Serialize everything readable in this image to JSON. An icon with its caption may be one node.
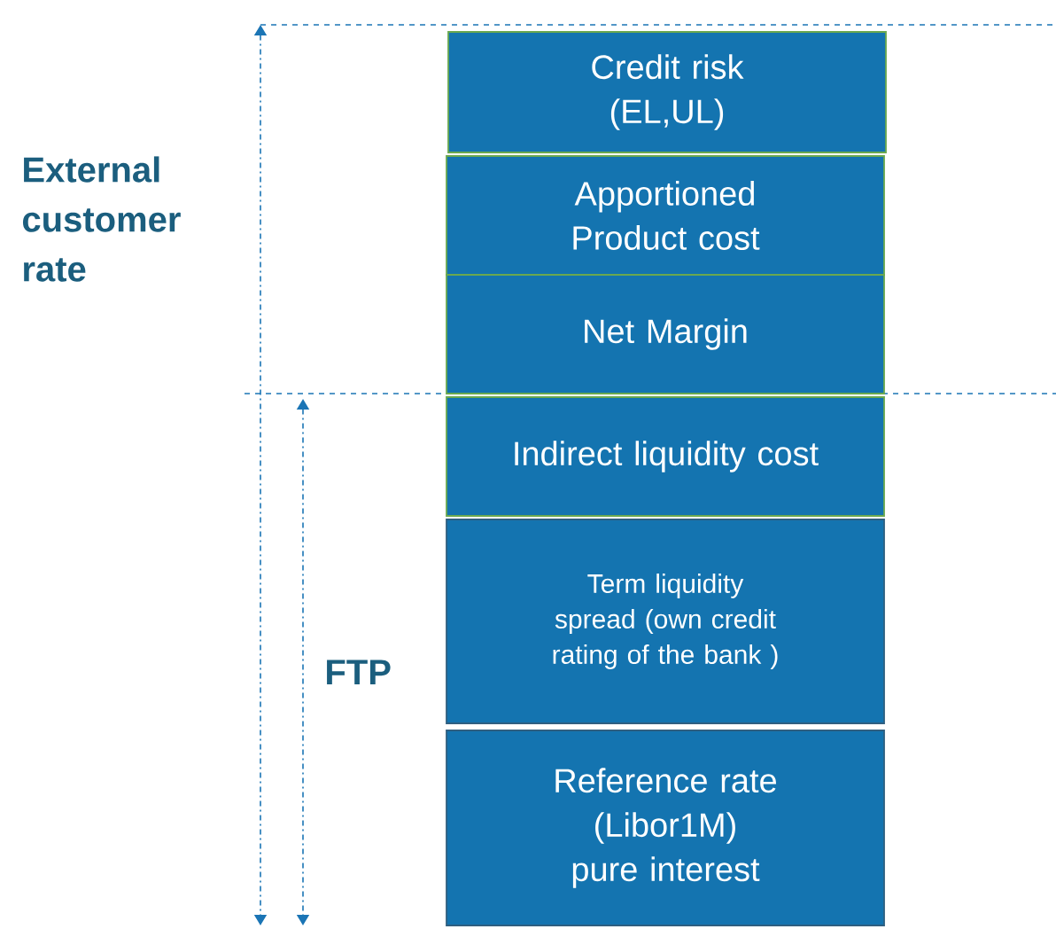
{
  "diagram": {
    "nodes": [
      {
        "text": [
          "Credit risk (EL,UL)"
        ]
      },
      {
        "text": [
          "Apportioned Product cost"
        ]
      },
      {
        "text": [
          "Net Margin"
        ]
      },
      {
        "text": [
          "Indirect liquidity cost"
        ]
      },
      {
        "text": [
          "Term liquidity spread (own credit rating of the bank )"
        ]
      },
      {
        "text": [
          "Reference rate (Libor1M) pure interest"
        ]
      }
    ],
    "labels": [
      "External customer rate",
      "FTP"
    ]
  }
}
